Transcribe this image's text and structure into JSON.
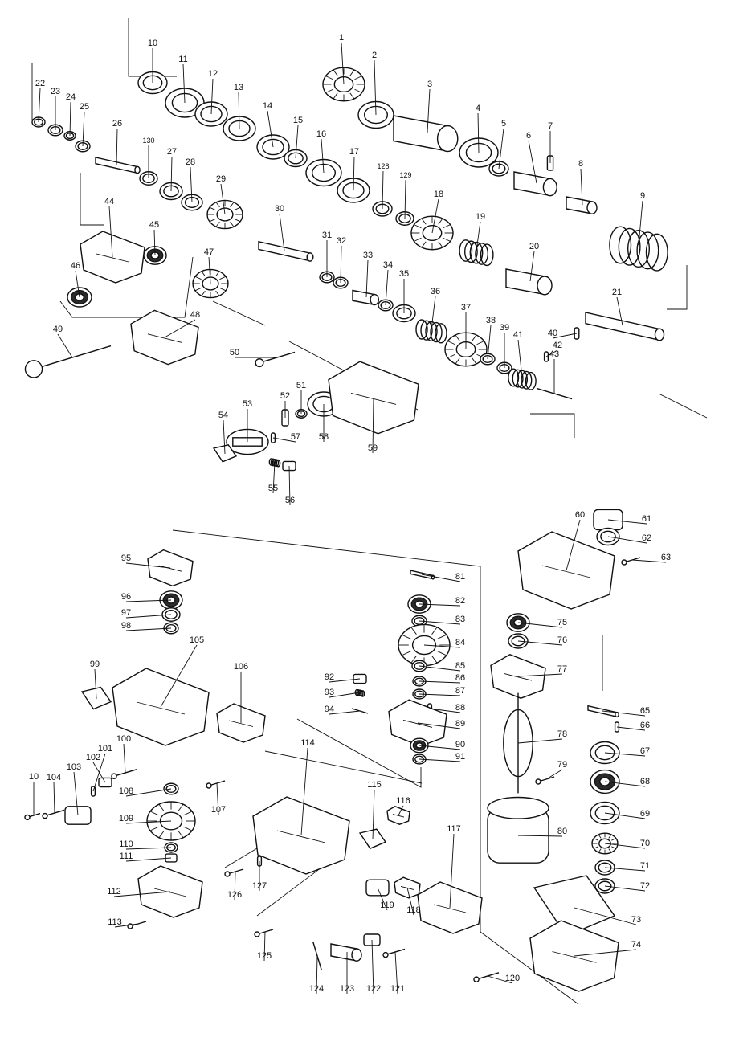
{
  "diagram": {
    "parts": [
      {
        "id": "p1",
        "label": "1",
        "shape": "gear"
      },
      {
        "id": "p2",
        "label": "2",
        "shape": "ring"
      },
      {
        "id": "p3",
        "label": "3",
        "shape": "sleeve"
      },
      {
        "id": "p4",
        "label": "4",
        "shape": "ring"
      },
      {
        "id": "p5",
        "label": "5",
        "shape": "ring"
      },
      {
        "id": "p6",
        "label": "6",
        "shape": "sleeve"
      },
      {
        "id": "p7",
        "label": "7",
        "shape": "pin"
      },
      {
        "id": "p8",
        "label": "8",
        "shape": "sleeve"
      },
      {
        "id": "p9",
        "label": "9",
        "shape": "spring"
      },
      {
        "id": "p10",
        "label": "10",
        "shape": "ring"
      },
      {
        "id": "p11",
        "label": "11",
        "shape": "ring"
      },
      {
        "id": "p12",
        "label": "12",
        "shape": "ring"
      },
      {
        "id": "p13",
        "label": "13",
        "shape": "ring"
      },
      {
        "id": "p14",
        "label": "14",
        "shape": "ring"
      },
      {
        "id": "p15",
        "label": "15",
        "shape": "ring"
      },
      {
        "id": "p16",
        "label": "16",
        "shape": "ring"
      },
      {
        "id": "p17",
        "label": "17",
        "shape": "ring"
      },
      {
        "id": "p18",
        "label": "18",
        "shape": "gear"
      },
      {
        "id": "p19",
        "label": "19",
        "shape": "spring"
      },
      {
        "id": "p20",
        "label": "20",
        "shape": "sleeve"
      },
      {
        "id": "p21",
        "label": "21",
        "shape": "shaft"
      },
      {
        "id": "p22",
        "label": "22",
        "shape": "ring"
      },
      {
        "id": "p23",
        "label": "23",
        "shape": "ring"
      },
      {
        "id": "p24",
        "label": "24",
        "shape": "ring"
      },
      {
        "id": "p25",
        "label": "25",
        "shape": "ring"
      },
      {
        "id": "p26",
        "label": "26",
        "shape": "shaft"
      },
      {
        "id": "p130",
        "label": "130",
        "shape": "ring"
      },
      {
        "id": "p27",
        "label": "27",
        "shape": "ring"
      },
      {
        "id": "p28",
        "label": "28",
        "shape": "ring"
      },
      {
        "id": "p29",
        "label": "29",
        "shape": "gear"
      },
      {
        "id": "p30",
        "label": "30",
        "shape": "shaft"
      },
      {
        "id": "p31",
        "label": "31",
        "shape": "ring"
      },
      {
        "id": "p32",
        "label": "32",
        "shape": "ring"
      },
      {
        "id": "p33",
        "label": "33",
        "shape": "sleeve"
      },
      {
        "id": "p34",
        "label": "34",
        "shape": "ring"
      },
      {
        "id": "p35",
        "label": "35",
        "shape": "ring"
      },
      {
        "id": "p36",
        "label": "36",
        "shape": "spring"
      },
      {
        "id": "p37",
        "label": "37",
        "shape": "gear"
      },
      {
        "id": "p38",
        "label": "38",
        "shape": "ring"
      },
      {
        "id": "p39",
        "label": "39",
        "shape": "ring"
      },
      {
        "id": "p40",
        "label": "40",
        "shape": "pin"
      },
      {
        "id": "p41",
        "label": "41",
        "shape": "spring"
      },
      {
        "id": "p42",
        "label": "42",
        "shape": "pin"
      },
      {
        "id": "p43",
        "label": "43",
        "shape": "bar"
      },
      {
        "id": "p44",
        "label": "44",
        "shape": "clamp"
      },
      {
        "id": "p45",
        "label": "45",
        "shape": "bearing"
      },
      {
        "id": "p46",
        "label": "46",
        "shape": "bearing"
      },
      {
        "id": "p47",
        "label": "47",
        "shape": "gear"
      },
      {
        "id": "p48",
        "label": "48",
        "shape": "handle"
      },
      {
        "id": "p49",
        "label": "49",
        "shape": "rod"
      },
      {
        "id": "p50",
        "label": "50",
        "shape": "screw"
      },
      {
        "id": "p51",
        "label": "51",
        "shape": "ring"
      },
      {
        "id": "p52",
        "label": "52",
        "shape": "pin"
      },
      {
        "id": "p53",
        "label": "53",
        "shape": "knob"
      },
      {
        "id": "p54",
        "label": "54",
        "shape": "plate"
      },
      {
        "id": "p55",
        "label": "55",
        "shape": "spring"
      },
      {
        "id": "p56",
        "label": "56",
        "shape": "block"
      },
      {
        "id": "p57",
        "label": "57",
        "shape": "pin"
      },
      {
        "id": "p58",
        "label": "58",
        "shape": "ring"
      },
      {
        "id": "p59",
        "label": "59",
        "shape": "housing"
      },
      {
        "id": "p128",
        "label": "128",
        "shape": "ring"
      },
      {
        "id": "p129",
        "label": "129",
        "shape": "ring"
      },
      {
        "id": "p60",
        "label": "60",
        "shape": "housing"
      },
      {
        "id": "p61",
        "label": "61",
        "shape": "cap"
      },
      {
        "id": "p62",
        "label": "62",
        "shape": "ring"
      },
      {
        "id": "p63",
        "label": "63",
        "shape": "screw"
      },
      {
        "id": "p65",
        "label": "65",
        "shape": "shaft"
      },
      {
        "id": "p66",
        "label": "66",
        "shape": "pin"
      },
      {
        "id": "p67",
        "label": "67",
        "shape": "ring"
      },
      {
        "id": "p68",
        "label": "68",
        "shape": "bearing"
      },
      {
        "id": "p69",
        "label": "69",
        "shape": "ring"
      },
      {
        "id": "p70",
        "label": "70",
        "shape": "gear"
      },
      {
        "id": "p71",
        "label": "71",
        "shape": "ring"
      },
      {
        "id": "p72",
        "label": "72",
        "shape": "ring"
      },
      {
        "id": "p73",
        "label": "73",
        "shape": "gasket"
      },
      {
        "id": "p74",
        "label": "74",
        "shape": "cover"
      },
      {
        "id": "p75",
        "label": "75",
        "shape": "bearing"
      },
      {
        "id": "p76",
        "label": "76",
        "shape": "ring"
      },
      {
        "id": "p77",
        "label": "77",
        "shape": "baffle"
      },
      {
        "id": "p78",
        "label": "78",
        "shape": "armature"
      },
      {
        "id": "p79",
        "label": "79",
        "shape": "screw"
      },
      {
        "id": "p80",
        "label": "80",
        "shape": "stator"
      },
      {
        "id": "p81",
        "label": "81",
        "shape": "shaft"
      },
      {
        "id": "p82",
        "label": "82",
        "shape": "bearing"
      },
      {
        "id": "p83",
        "label": "83",
        "shape": "ring"
      },
      {
        "id": "p84",
        "label": "84",
        "shape": "gear"
      },
      {
        "id": "p85",
        "label": "85",
        "shape": "ring"
      },
      {
        "id": "p86",
        "label": "86",
        "shape": "ring"
      },
      {
        "id": "p87",
        "label": "87",
        "shape": "ring"
      },
      {
        "id": "p88",
        "label": "88",
        "shape": "pin"
      },
      {
        "id": "p89",
        "label": "89",
        "shape": "bracket"
      },
      {
        "id": "p90",
        "label": "90",
        "shape": "bearing"
      },
      {
        "id": "p91",
        "label": "91",
        "shape": "ring"
      },
      {
        "id": "p92",
        "label": "92",
        "shape": "block"
      },
      {
        "id": "p93",
        "label": "93",
        "shape": "spring"
      },
      {
        "id": "p94",
        "label": "94",
        "shape": "wrench"
      },
      {
        "id": "p95",
        "label": "95",
        "shape": "brush-holder"
      },
      {
        "id": "p96",
        "label": "96",
        "shape": "bearing"
      },
      {
        "id": "p97",
        "label": "97",
        "shape": "ring"
      },
      {
        "id": "p98",
        "label": "98",
        "shape": "ring"
      },
      {
        "id": "p99",
        "label": "99",
        "shape": "plate"
      },
      {
        "id": "p100",
        "label": "100",
        "shape": "screw"
      },
      {
        "id": "p101",
        "label": "101",
        "shape": "pin"
      },
      {
        "id": "p102",
        "label": "102",
        "shape": "block"
      },
      {
        "id": "p103",
        "label": "103",
        "shape": "cap"
      },
      {
        "id": "p10x",
        "label": "10",
        "shape": "screw"
      },
      {
        "id": "p104",
        "label": "104",
        "shape": "screw"
      },
      {
        "id": "p105",
        "label": "105",
        "shape": "housing"
      },
      {
        "id": "p106",
        "label": "106",
        "shape": "bracket"
      },
      {
        "id": "p107",
        "label": "107",
        "shape": "screw"
      },
      {
        "id": "p108",
        "label": "108",
        "shape": "ring"
      },
      {
        "id": "p109",
        "label": "109",
        "shape": "gear"
      },
      {
        "id": "p110",
        "label": "110",
        "shape": "ring"
      },
      {
        "id": "p111",
        "label": "111",
        "shape": "nut"
      },
      {
        "id": "p112",
        "label": "112",
        "shape": "cover"
      },
      {
        "id": "p113",
        "label": "113",
        "shape": "screw"
      },
      {
        "id": "p114",
        "label": "114",
        "shape": "handle"
      },
      {
        "id": "p115",
        "label": "115",
        "shape": "plate"
      },
      {
        "id": "p116",
        "label": "116",
        "shape": "switch"
      },
      {
        "id": "p117",
        "label": "117",
        "shape": "handle"
      },
      {
        "id": "p118",
        "label": "118",
        "shape": "bracket"
      },
      {
        "id": "p119",
        "label": "119",
        "shape": "block"
      },
      {
        "id": "p120",
        "label": "120",
        "shape": "screw"
      },
      {
        "id": "p121",
        "label": "121",
        "shape": "screw"
      },
      {
        "id": "p122",
        "label": "122",
        "shape": "clip"
      },
      {
        "id": "p123",
        "label": "123",
        "shape": "sleeve"
      },
      {
        "id": "p124",
        "label": "124",
        "shape": "cord"
      },
      {
        "id": "p125",
        "label": "125",
        "shape": "screw"
      },
      {
        "id": "p126",
        "label": "126",
        "shape": "screw"
      },
      {
        "id": "p127",
        "label": "127",
        "shape": "pin"
      }
    ]
  }
}
